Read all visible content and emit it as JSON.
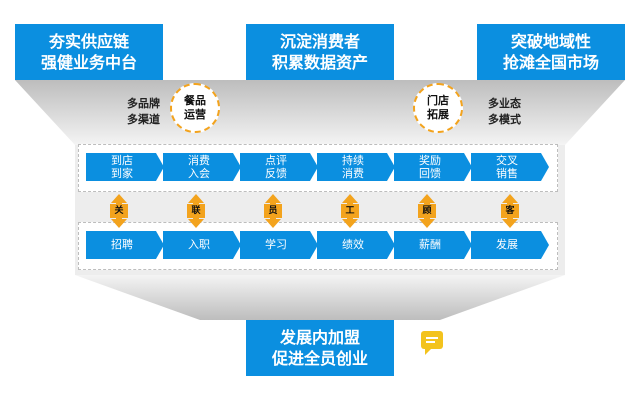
{
  "top_boxes": [
    {
      "line1": "夯实供应链",
      "line2": "强健业务中台"
    },
    {
      "line1": "沉淀消费者",
      "line2": "积累数据资产"
    },
    {
      "line1": "突破地域性",
      "line2": "抢滩全国市场"
    }
  ],
  "side_labels": [
    {
      "line1": "多品牌",
      "line2": "多渠道"
    },
    {
      "line1": "多业态",
      "line2": "多模式"
    }
  ],
  "circles": [
    {
      "line1": "餐品",
      "line2": "运营"
    },
    {
      "line1": "门店",
      "line2": "拓展"
    }
  ],
  "customer_steps": [
    {
      "line1": "到店",
      "line2": "到家"
    },
    {
      "line1": "消费",
      "line2": "入会"
    },
    {
      "line1": "点评",
      "line2": "反馈"
    },
    {
      "line1": "持续",
      "line2": "消费"
    },
    {
      "line1": "奖励",
      "line2": "回馈"
    },
    {
      "line1": "交叉",
      "line2": "销售"
    }
  ],
  "connector_chars": [
    "关",
    "联",
    "员",
    "工",
    "顾",
    "客"
  ],
  "employee_steps": [
    "招聘",
    "入职",
    "学习",
    "绩效",
    "薪酬",
    "发展"
  ],
  "bottom_box": {
    "line1": "发展内加盟",
    "line2": "促进全员创业"
  },
  "colors": {
    "blue": "#0b8fe0",
    "orange": "#f3a31d",
    "funnel_gray": "#bfbfbf"
  },
  "icons": {
    "bottom_icon": "chat-bubble-icon",
    "connector_arrow": "double-arrow-icon"
  }
}
